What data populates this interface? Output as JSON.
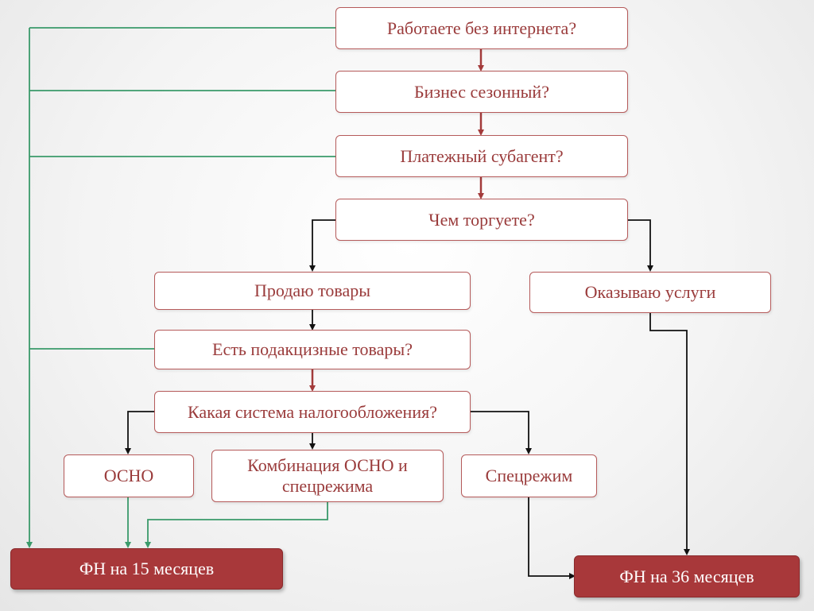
{
  "colors": {
    "box_border": "#b55a5a",
    "box_text": "#9a3b3b",
    "result_fill": "#a8383a",
    "arrow_red": "#a33b3b",
    "line_green": "#3a9a6a",
    "line_black": "#111111"
  },
  "questions": {
    "offline": "Работаете без интернета?",
    "seasonal": "Бизнес сезонный?",
    "subagent": "Платежный субагент?",
    "trade": "Чем торгуете?",
    "excise": "Есть подакцизные товары?",
    "tax_system": "Какая система налогообложения?"
  },
  "options": {
    "goods": "Продаю товары",
    "services": "Оказываю услуги",
    "osno": "ОСНО",
    "combo_line1": "Комбинация ОСНО и",
    "combo_line2": "спецрежима",
    "special": "Спецрежим"
  },
  "results": {
    "fn15": "ФН на 15 месяцев",
    "fn36": "ФН на 36 месяцев"
  }
}
